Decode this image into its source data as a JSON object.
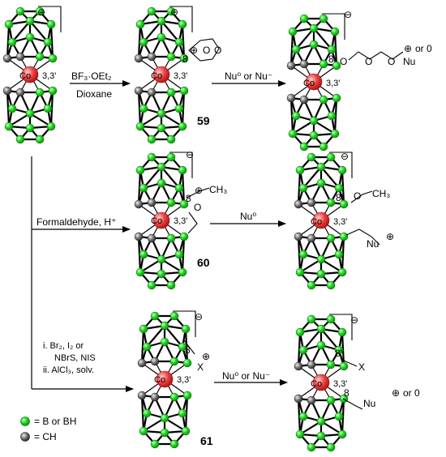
{
  "reagents": {
    "step1_line1": "BF₃·OEt₂",
    "step1_line2": "Dioxane",
    "step2": "Formaldehyde, H⁺",
    "step3_line1": "i. Br₂, I₂ or",
    "step3_line2": "NBrS, NIS",
    "step3_line3": "ii. AlCl₃, solv.",
    "nucleophile_a": "Nu⁰ or Nu⁻",
    "nucleophile_b": "Nu⁰",
    "nucleophile_c": "Nu⁰ or Nu⁻"
  },
  "compounds": {
    "c59": "59",
    "c60": "60",
    "c61": "61"
  },
  "labels": {
    "cobalt": "Co",
    "position": "3,3'",
    "pos8": "8",
    "pos8p": "8'",
    "ether_o": "O",
    "methyl": "CH₃",
    "halogen": "X",
    "nu": "Nu",
    "or_zero": "or 0",
    "plus": "⊕",
    "minus": "⊖"
  },
  "legend": {
    "boron": "= B or BH",
    "carbon": "= CH"
  },
  "colors": {
    "boron": "#22dd22",
    "carbon": "#666666",
    "cobalt": "#ee4444"
  }
}
